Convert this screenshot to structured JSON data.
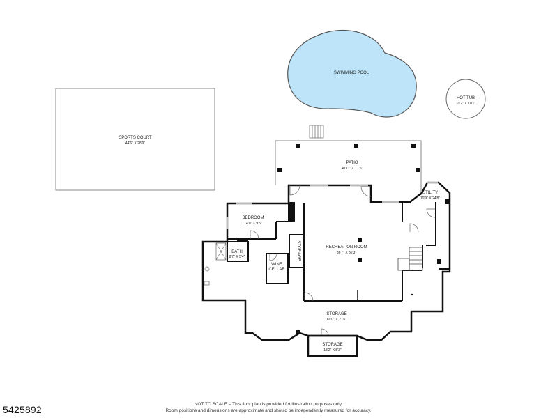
{
  "rooms": {
    "sports_court": {
      "name": "SPORTS COURT",
      "dim": "44'6\" X 28'9\""
    },
    "swimming_pool": {
      "name": "SWIMMING POOL"
    },
    "hot_tub": {
      "name": "HOT TUB",
      "dim": "10'2\" X 10'1\""
    },
    "patio": {
      "name": "PATIO",
      "dim": "40'11\" X 17'5\""
    },
    "utility": {
      "name": "UTILITY",
      "dim": "10'9\" X 24'8\""
    },
    "bedroom": {
      "name": "BEDROOM",
      "dim": "14'0\" X 9'5\""
    },
    "bath": {
      "name": "BATH",
      "dim": "8'7\" X 5'4\""
    },
    "storage_closet": {
      "name": "STORAGE"
    },
    "wine_cellar": {
      "name_line1": "WINE",
      "name_line2": "CELLAR"
    },
    "recreation_room": {
      "name": "RECREATION ROOM",
      "dim": "36'7\" X 32'3\""
    },
    "storage_main": {
      "name": "STORAGE",
      "dim": "69'0\" X 21'6\""
    },
    "storage_small": {
      "name": "STORAGE",
      "dim": "13'2\" X 5'3\""
    }
  },
  "listing_id": "5425892",
  "disclaimer": {
    "line1": "NOT TO SCALE – This floor plan is provided for illustration purposes only.",
    "line2": "Room positions and dimensions are approximate and should be independently measured for accuracy."
  }
}
